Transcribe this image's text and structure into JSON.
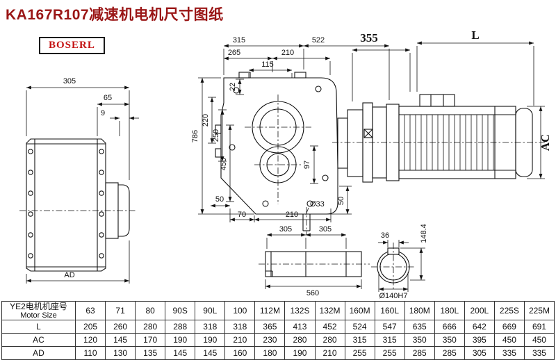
{
  "page": {
    "title": "KA167R107减速机电机尺寸图纸",
    "logo": "BOSERL"
  },
  "dims": {
    "side_view": {
      "w305": "305",
      "w65": "65",
      "w9": "9",
      "ad": "AD"
    },
    "front_view": {
      "w315": "315",
      "w522": "522",
      "w265": "265",
      "w210_top": "210",
      "w115": "115",
      "h22": "22",
      "h220": "220",
      "h250": "250",
      "h450": "450",
      "h786": "786",
      "h97": "97",
      "w50_left": "50",
      "w70": "70",
      "w210_bottom": "210",
      "dia33": "Ø33",
      "h50_right": "50"
    },
    "motor_view": {
      "w355": "355",
      "len": "L",
      "ac": "AC"
    },
    "shaft_view": {
      "w305_a": "305",
      "w305_b": "305",
      "w560": "560"
    },
    "bore_view": {
      "w36": "36",
      "h148": "148.4",
      "dia140": "Ø140H7"
    }
  },
  "table": {
    "row_header_line1": "YE2电机机座号",
    "row_header_line2": "Motor Size",
    "sizes": [
      "63",
      "71",
      "80",
      "90S",
      "90L",
      "100",
      "112M",
      "132S",
      "132M",
      "160M",
      "160L",
      "180M",
      "180L",
      "200L",
      "225S",
      "225M"
    ],
    "rows": [
      {
        "label": "L",
        "values": [
          "205",
          "260",
          "280",
          "288",
          "318",
          "318",
          "365",
          "413",
          "452",
          "524",
          "547",
          "635",
          "666",
          "642",
          "669",
          "691"
        ]
      },
      {
        "label": "AC",
        "values": [
          "120",
          "145",
          "170",
          "190",
          "190",
          "210",
          "230",
          "280",
          "280",
          "315",
          "315",
          "350",
          "350",
          "395",
          "450",
          "450"
        ]
      },
      {
        "label": "AD",
        "values": [
          "110",
          "130",
          "135",
          "145",
          "145",
          "160",
          "180",
          "190",
          "210",
          "255",
          "255",
          "285",
          "285",
          "305",
          "335",
          "335"
        ]
      }
    ]
  }
}
